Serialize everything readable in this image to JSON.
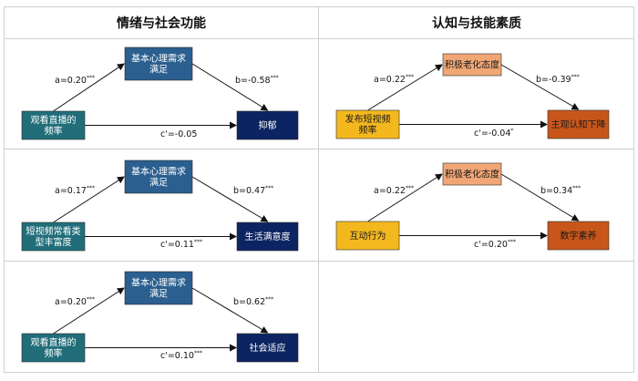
{
  "headers": {
    "left": "情绪与社会功能",
    "right": "认知与技能素质"
  },
  "colors": {
    "dark_navy": "#0c2461",
    "mid_blue": "#2a5f8f",
    "teal": "#216e7a",
    "gold": "#f4b81f",
    "peach": "#f0a775",
    "burnt_orange": "#c8561b"
  },
  "panels": [
    {
      "id": "p1",
      "mediator": {
        "lines": [
          "基本心理需求",
          "满足"
        ]
      },
      "predictor": {
        "lines": [
          "观看直播的",
          "频率"
        ]
      },
      "outcome": {
        "lines": [
          "抑郁"
        ]
      },
      "a": {
        "text": "a=0.20",
        "sig": "***"
      },
      "b": {
        "text": "b=-0.58",
        "sig": "***"
      },
      "c": {
        "text": "c'=-0.05",
        "sig": ""
      }
    },
    {
      "id": "p2",
      "mediator": {
        "lines": [
          "积极老化态度"
        ]
      },
      "predictor": {
        "lines": [
          "发布短视频",
          "频率"
        ]
      },
      "outcome": {
        "lines": [
          "主观认知下降"
        ]
      },
      "a": {
        "text": "a=0.22",
        "sig": "***"
      },
      "b": {
        "text": "b=-0.39",
        "sig": "***"
      },
      "c": {
        "text": "c'=-0.04",
        "sig": "*"
      }
    },
    {
      "id": "p3",
      "mediator": {
        "lines": [
          "基本心理需求",
          "满足"
        ]
      },
      "predictor": {
        "lines": [
          "短视频常看类",
          "型丰富度"
        ]
      },
      "outcome": {
        "lines": [
          "生活满意度"
        ]
      },
      "a": {
        "text": "a=0.17",
        "sig": "***"
      },
      "b": {
        "text": "b=0.47",
        "sig": "***"
      },
      "c": {
        "text": "c'=0.11",
        "sig": "***"
      }
    },
    {
      "id": "p4",
      "mediator": {
        "lines": [
          "积极老化态度"
        ]
      },
      "predictor": {
        "lines": [
          "互动行为"
        ]
      },
      "outcome": {
        "lines": [
          "数字素养"
        ]
      },
      "a": {
        "text": "a=0.22",
        "sig": "***"
      },
      "b": {
        "text": "b=0.34",
        "sig": "***"
      },
      "c": {
        "text": "c'=0.20",
        "sig": "***"
      }
    },
    {
      "id": "p5",
      "mediator": {
        "lines": [
          "基本心理需求",
          "满足"
        ]
      },
      "predictor": {
        "lines": [
          "观看直播的",
          "频率"
        ]
      },
      "outcome": {
        "lines": [
          "社会适应"
        ]
      },
      "a": {
        "text": "a=0.20",
        "sig": "***"
      },
      "b": {
        "text": "b=0.62",
        "sig": "***"
      },
      "c": {
        "text": "c'=0.10",
        "sig": "***"
      }
    }
  ]
}
